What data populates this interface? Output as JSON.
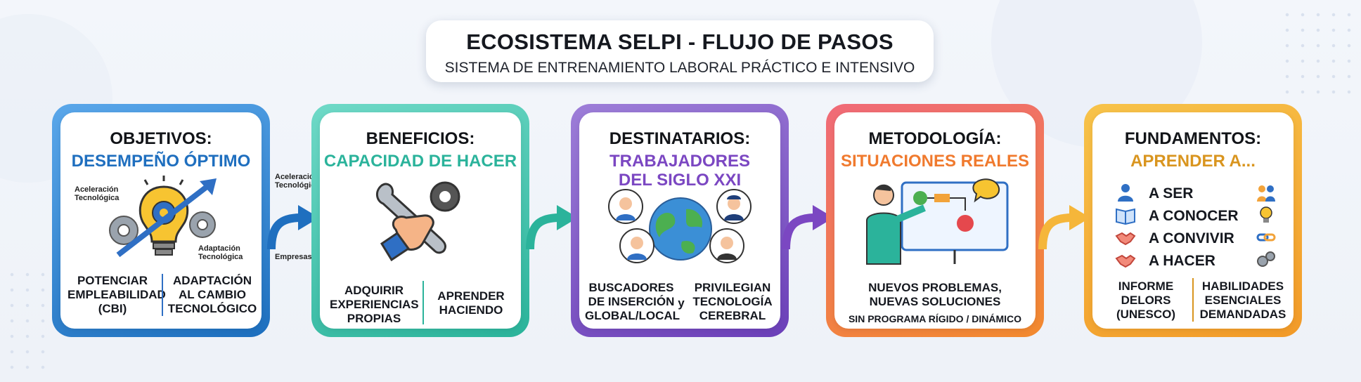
{
  "title": "ECOSISTEMA SELPI - FLUJO DE PASOS",
  "subtitle": "SISTEMA DE ENTRENAMIENTO LABORAL PRÁCTICO E INTENSIVO",
  "colors": {
    "blue": "#1f6fbf",
    "teal": "#2bb39b",
    "purple": "#7b47c2",
    "orange": "#f07a2e",
    "gold": "#d9951f"
  },
  "steps": [
    {
      "heading": "OBJETIVOS:",
      "subtitle": "DESEMPEÑO ÓPTIMO",
      "labels": {
        "accel": "Aceleración Tecnológica",
        "adapt": "Adaptación Tecnológica"
      },
      "left": "POTENCIAR EMPLEABILIDAD (CBI)",
      "right": "ADAPTACIÓN AL CAMBIO TECNOLÓGICO"
    },
    {
      "heading": "BENEFICIOS:",
      "subtitle": "CAPACIDAD DE HACER",
      "left": "ADQUIRIR EXPERIENCIAS PROPIAS",
      "right": "APRENDER HACIENDO"
    },
    {
      "heading": "DESTINATARIOS:",
      "subtitle": "TRABAJADORES DEL SIGLO XXI",
      "left": "BUSCADORES DE INSERCIÓN GLOBAL/LOCAL",
      "connector": "y",
      "right": "PRIVILEGIAN TECNOLOGÍA CEREBRAL"
    },
    {
      "heading": "METODOLOGÍA:",
      "subtitle": "SITUACIONES REALES",
      "line1": "NUEVOS PROBLEMAS,",
      "line2": "NUEVAS SOLUCIONES",
      "line3": "SIN PROGRAMA RÍGIDO / DINÁMICO"
    },
    {
      "heading": "FUNDAMENTOS:",
      "subtitle": "APRENDER A...",
      "items": [
        "A SER",
        "A CONOCER",
        "A CONVIVIR",
        "A HACER"
      ],
      "left": "INFORME DELORS (UNESCO)",
      "right": "HABILIDADES ESENCIALES DEMANDADAS"
    }
  ],
  "connector_labels": {
    "accel": "Aceleración Tecnológica",
    "companies": "Empresas"
  }
}
